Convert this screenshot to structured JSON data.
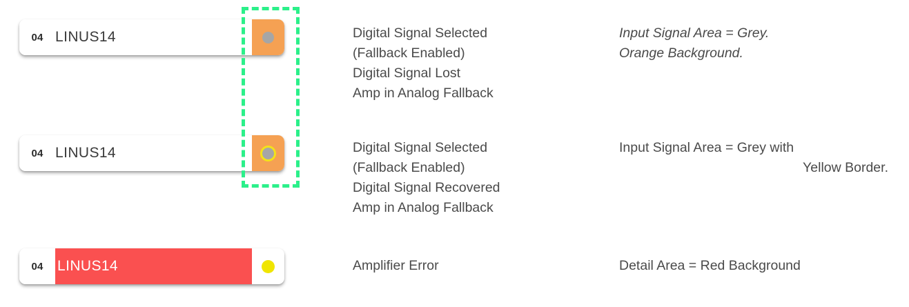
{
  "colors": {
    "selection_outline": "#2bf08a",
    "orange_background": "#f5a153",
    "red_background": "#fa5050",
    "grey_dot": "#a6a6a6",
    "yellow_border": "#f2e21a",
    "yellow_dot": "#f0e500",
    "text": "#4a4a4a",
    "card_background": "#ffffff"
  },
  "rows": [
    {
      "card": {
        "index": "04",
        "name": "LINUS14",
        "signal_area_style": "orange",
        "indicator": "grey-dot"
      },
      "description": "Digital Signal Selected\n(Fallback Enabled)\nDigital Signal Lost\nAmp in Analog Fallback",
      "note_lines": [
        "Input Signal Area = Grey.",
        "Orange Background."
      ],
      "note_italic": true
    },
    {
      "card": {
        "index": "04",
        "name": "LINUS14",
        "signal_area_style": "orange",
        "indicator": "grey-dot-yellow-ring"
      },
      "description": "Digital Signal Selected\n(Fallback Enabled)\nDigital Signal Recovered\nAmp in Analog Fallback",
      "note_lines": [
        "Input Signal Area = Grey with",
        "Yellow Border."
      ],
      "note_italic": false
    },
    {
      "card": {
        "index": "04",
        "name": "LINUS14",
        "signal_area_style": "white",
        "indicator": "yellow-dot",
        "detail_background": "red"
      },
      "description": "Amplifier Error",
      "note_lines": [
        "Detail Area = Red Background"
      ],
      "note_italic": false
    }
  ]
}
